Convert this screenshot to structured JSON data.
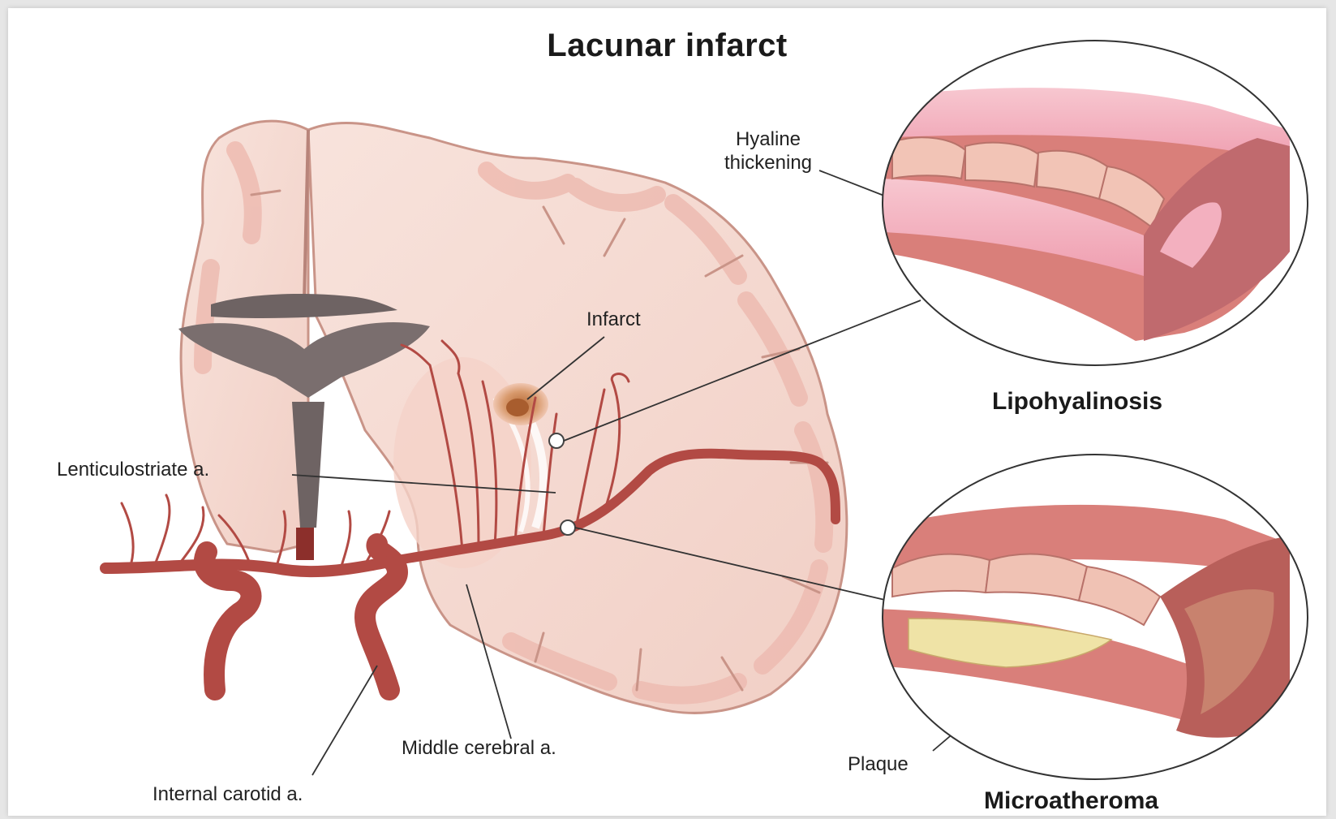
{
  "title": "Lacunar infarct",
  "labels": {
    "hyaline_line1": "Hyaline",
    "hyaline_line2": "thickening",
    "infarct": "Infarct",
    "lenticulostriate": "Lenticulostriate a.",
    "middle_cerebral": "Middle cerebral a.",
    "internal_carotid": "Internal carotid a.",
    "plaque": "Plaque"
  },
  "insets": {
    "top_caption": "Lipohyalinosis",
    "bottom_caption": "Microatheroma"
  },
  "colors": {
    "brain_fill": "#f6dcd3",
    "brain_gyri": "#eebdb3",
    "brain_outline": "#c99488",
    "ventricle": "#6e6363",
    "artery": "#b24a44",
    "artery_dark": "#8c2f2b",
    "infarct": "#c8824a",
    "plaque": "#efe3a6",
    "vessel_wall": "#d97f7a",
    "vessel_lumen_pink": "#f4aab8"
  }
}
